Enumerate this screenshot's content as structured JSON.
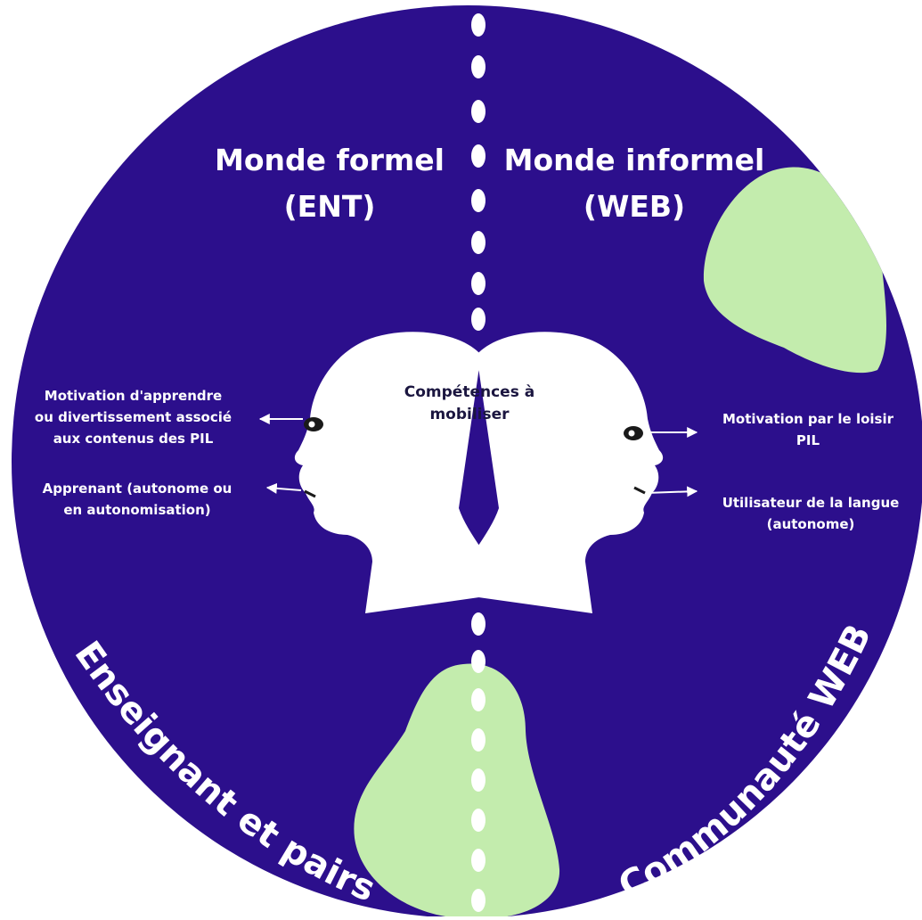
{
  "colors": {
    "background_circle": "#2c0f8c",
    "heads": "#ffffff",
    "blobs": "#c3ecad",
    "text": "#ffffff",
    "center_text": "#1b1640"
  },
  "regions": {
    "formal_world": "Monde formel\n(ENT)",
    "informal_world": "Monde informel\n(WEB)"
  },
  "center": {
    "label": "Compétences à\nmobiliser"
  },
  "left_annotations": {
    "motivation": "Motivation d'apprendre\nou divertissement associé\naux contenus des PIL",
    "learner": "Apprenant (autonome ou\nen autonomisation)"
  },
  "right_annotations": {
    "motivation": "Motivation par le loisir\nPIL",
    "user": "Utilisateur de la langue\n(autonome)"
  },
  "communities": {
    "left": "Enseignant et pairs",
    "right": "Communauté WEB"
  }
}
